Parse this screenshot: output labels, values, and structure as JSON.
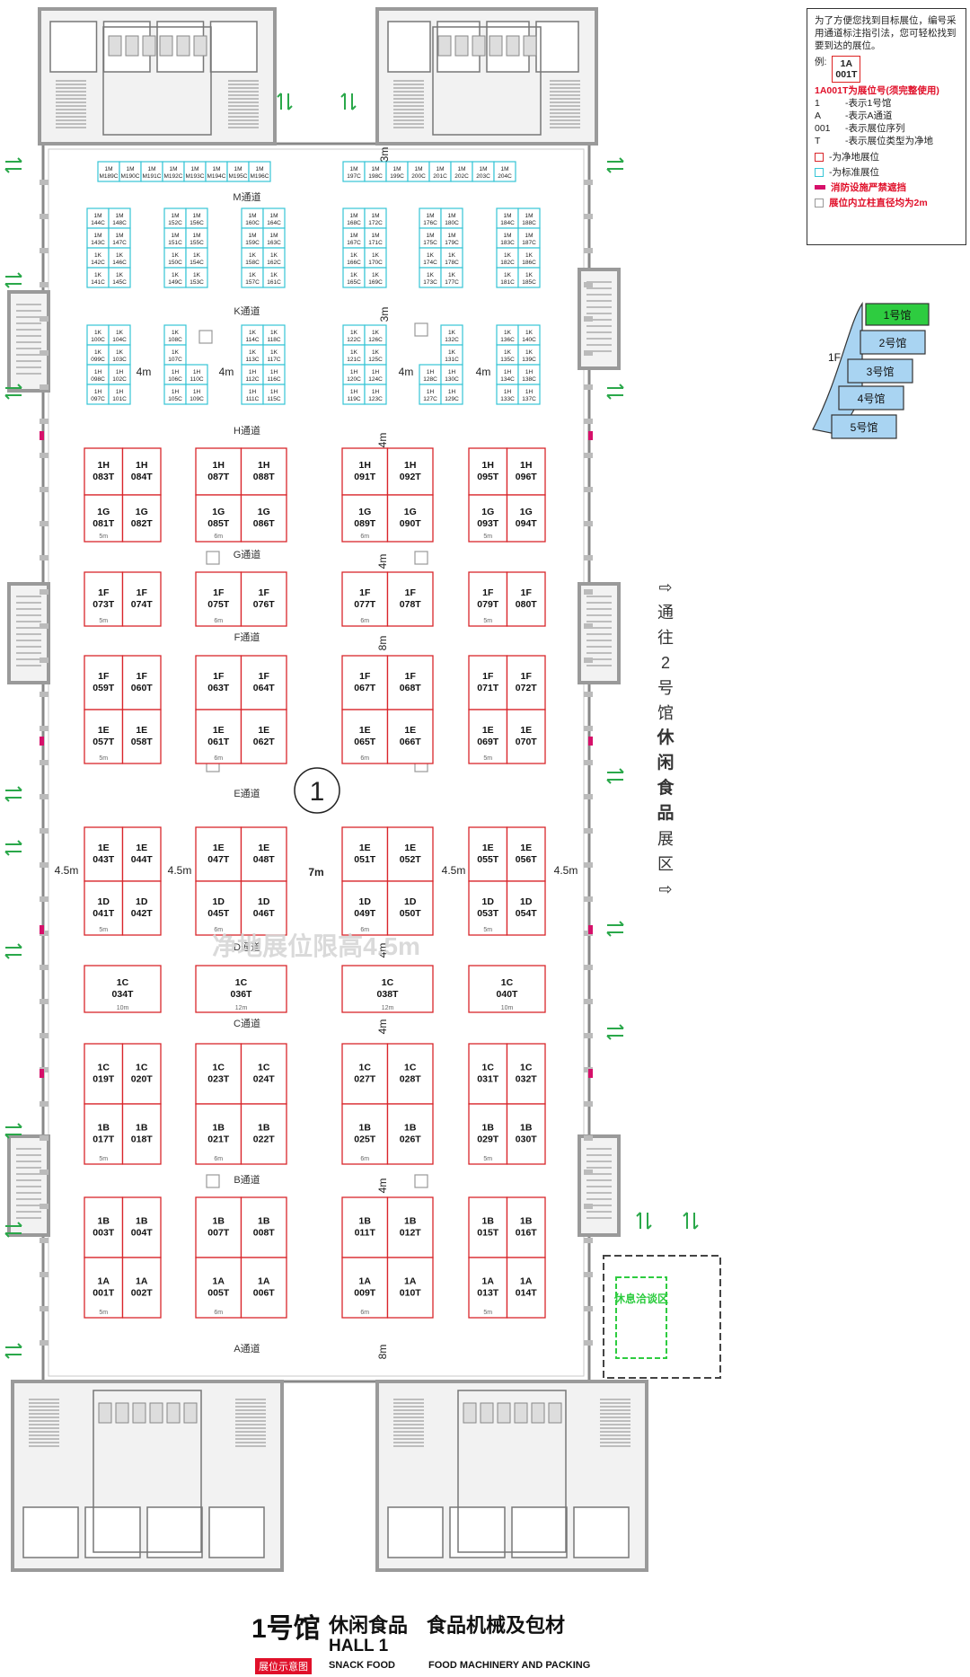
{
  "legend": {
    "intro": "为了方便您找到目标展位，编号采用通道标注指引法，您可轻松找到要到达的展位。",
    "example_prefix": "例:",
    "example_booth_top": "1A",
    "example_booth_bottom": "001T",
    "example_note": "1A001T为展位号(须完整使用)",
    "items": [
      {
        "k": "1",
        "v": "-表示1号馆"
      },
      {
        "k": "A",
        "v": "-表示A通道"
      },
      {
        "k": "001",
        "v": "-表示展位序列"
      },
      {
        "k": "T",
        "v": "-表示展位类型为净地"
      }
    ],
    "raw_space": "-为净地展位",
    "standard": "-为标准展位",
    "fire_note": "消防设施严禁遮挡",
    "column_note": "展位内立柱直径均为2m",
    "colors": {
      "raw": "#d9262b",
      "standard": "#36c5d6",
      "fire": "#d6106a"
    }
  },
  "mini_map": {
    "halls": [
      {
        "label": "1号馆",
        "highlight": true
      },
      {
        "label": "2号馆",
        "highlight": false
      },
      {
        "label": "3号馆",
        "highlight": false
      },
      {
        "label": "4号馆",
        "highlight": false
      },
      {
        "label": "5号馆",
        "highlight": false
      }
    ],
    "floor": "1F",
    "colors": {
      "active": "#2ecc40",
      "hall": "#a9d4f2"
    }
  },
  "side_text": {
    "chars": [
      "通",
      "往",
      "2",
      "号",
      "馆"
    ],
    "bold_chars": [
      "休",
      "闲",
      "食",
      "品"
    ],
    "tail_chars": [
      "展",
      "区"
    ]
  },
  "hall_circle": "1",
  "watermark": "净地展位限高4.5m",
  "lounge": "休息洽谈区",
  "aisles": [
    {
      "label": "M通道"
    },
    {
      "label": "K通道"
    },
    {
      "label": "H通道"
    },
    {
      "label": "G通道"
    },
    {
      "label": "F通道"
    },
    {
      "label": "E通道"
    },
    {
      "label": "D通道"
    },
    {
      "label": "C通道"
    },
    {
      "label": "B通道"
    },
    {
      "label": "A通道"
    }
  ],
  "spacing_labels": [
    "3m",
    "3m",
    "4m",
    "4m",
    "4m",
    "4m",
    "4m",
    "4m",
    "8m",
    "7m",
    "4.5m",
    "4.5m",
    "4.5m",
    "4.5m",
    "4m",
    "4m",
    "4m",
    "8m"
  ],
  "footer": {
    "hall_num": "1号馆",
    "category": "休闲食品",
    "category2": "食品机械及包材",
    "hall_en": "HALL 1",
    "subtitle": "展位示意图",
    "en1": "SNACK FOOD",
    "en2": "FOOD MACHINERY AND PACKING"
  },
  "standard_booths": {
    "m_row_left": [
      [
        "1M",
        "M189C"
      ],
      [
        "1M",
        "M190C"
      ],
      [
        "1M",
        "M191C"
      ],
      [
        "1M",
        "M192C"
      ],
      [
        "1M",
        "M193C"
      ],
      [
        "1M",
        "M194C"
      ],
      [
        "1M",
        "M195C"
      ],
      [
        "1M",
        "M196C"
      ]
    ],
    "m_row_right": [
      [
        "1M",
        "197C"
      ],
      [
        "1M",
        "198C"
      ],
      [
        "1M",
        "199C"
      ],
      [
        "1M",
        "200C"
      ],
      [
        "1M",
        "201C"
      ],
      [
        "1M",
        "202C"
      ],
      [
        "1M",
        "203C"
      ],
      [
        "1M",
        "204C"
      ]
    ],
    "k_blocks": [
      [
        [
          "1M",
          "144C"
        ],
        [
          "1M",
          "148C"
        ],
        [
          "1M",
          "143C"
        ],
        [
          "1M",
          "147C"
        ],
        [
          "1K",
          "142C"
        ],
        [
          "1K",
          "146C"
        ],
        [
          "1K",
          "141C"
        ],
        [
          "1K",
          "145C"
        ]
      ],
      [
        [
          "1M",
          "152C"
        ],
        [
          "1M",
          "156C"
        ],
        [
          "1M",
          "151C"
        ],
        [
          "1M",
          "155C"
        ],
        [
          "1K",
          "150C"
        ],
        [
          "1K",
          "154C"
        ],
        [
          "1K",
          "149C"
        ],
        [
          "1K",
          "153C"
        ]
      ],
      [
        [
          "1M",
          "160C"
        ],
        [
          "1M",
          "164C"
        ],
        [
          "1M",
          "159C"
        ],
        [
          "1M",
          "163C"
        ],
        [
          "1K",
          "158C"
        ],
        [
          "1K",
          "162C"
        ],
        [
          "1K",
          "157C"
        ],
        [
          "1K",
          "161C"
        ]
      ],
      [
        [
          "1M",
          "168C"
        ],
        [
          "1M",
          "172C"
        ],
        [
          "1M",
          "167C"
        ],
        [
          "1M",
          "171C"
        ],
        [
          "1K",
          "166C"
        ],
        [
          "1K",
          "170C"
        ],
        [
          "1K",
          "165C"
        ],
        [
          "1K",
          "169C"
        ]
      ],
      [
        [
          "1M",
          "176C"
        ],
        [
          "1M",
          "180C"
        ],
        [
          "1M",
          "175C"
        ],
        [
          "1M",
          "179C"
        ],
        [
          "1K",
          "174C"
        ],
        [
          "1K",
          "178C"
        ],
        [
          "1K",
          "173C"
        ],
        [
          "1K",
          "177C"
        ]
      ],
      [
        [
          "1M",
          "184C"
        ],
        [
          "1M",
          "188C"
        ],
        [
          "1M",
          "183C"
        ],
        [
          "1M",
          "187C"
        ],
        [
          "1K",
          "182C"
        ],
        [
          "1K",
          "186C"
        ],
        [
          "1K",
          "181C"
        ],
        [
          "1K",
          "185C"
        ]
      ]
    ],
    "h_blocks": [
      {
        "cells": [
          [
            "1K",
            "100C"
          ],
          [
            "1K",
            "104C"
          ],
          [
            "1K",
            "099C"
          ],
          [
            "1K",
            "103C"
          ],
          [
            "1H",
            "098C"
          ],
          [
            "1H",
            "102C"
          ],
          [
            "1H",
            "097C"
          ],
          [
            "1H",
            "101C"
          ]
        ],
        "cols": 2
      },
      {
        "cells": [
          [
            "1K",
            "108C"
          ],
          null,
          [
            "1K",
            "107C"
          ],
          null,
          [
            "1H",
            "106C"
          ],
          [
            "1H",
            "110C"
          ],
          [
            "1H",
            "105C"
          ],
          [
            "1H",
            "109C"
          ]
        ],
        "cols": 2
      },
      {
        "cells": [
          [
            "1K",
            "114C"
          ],
          [
            "1K",
            "118C"
          ],
          [
            "1K",
            "113C"
          ],
          [
            "1K",
            "117C"
          ],
          [
            "1H",
            "112C"
          ],
          [
            "1H",
            "116C"
          ],
          [
            "1H",
            "111C"
          ],
          [
            "1H",
            "115C"
          ]
        ],
        "cols": 2
      },
      {
        "cells": [
          [
            "1K",
            "122C"
          ],
          [
            "1K",
            "126C"
          ],
          [
            "1K",
            "121C"
          ],
          [
            "1K",
            "125C"
          ],
          [
            "1H",
            "120C"
          ],
          [
            "1H",
            "124C"
          ],
          [
            "1H",
            "119C"
          ],
          [
            "1H",
            "123C"
          ]
        ],
        "cols": 2
      },
      {
        "cells": [
          null,
          [
            "1K",
            "132C"
          ],
          null,
          [
            "1K",
            "131C"
          ],
          [
            "1H",
            "128C"
          ],
          [
            "1H",
            "130C"
          ],
          [
            "1H",
            "127C"
          ],
          [
            "1H",
            "129C"
          ]
        ],
        "cols": 2
      },
      {
        "cells": [
          [
            "1K",
            "136C"
          ],
          [
            "1K",
            "140C"
          ],
          [
            "1K",
            "135C"
          ],
          [
            "1K",
            "139C"
          ],
          [
            "1H",
            "134C"
          ],
          [
            "1H",
            "138C"
          ],
          [
            "1H",
            "133C"
          ],
          [
            "1H",
            "137C"
          ]
        ],
        "cols": 2
      }
    ]
  },
  "raw_booths": {
    "hg": [
      [
        [
          "1H",
          "083T"
        ],
        [
          "1H",
          "084T"
        ],
        [
          "1G",
          "081T"
        ],
        [
          "1G",
          "082T"
        ]
      ],
      [
        [
          "1H",
          "087T"
        ],
        [
          "1H",
          "088T"
        ],
        [
          "1G",
          "085T"
        ],
        [
          "1G",
          "086T"
        ]
      ],
      [
        [
          "1H",
          "091T"
        ],
        [
          "1H",
          "092T"
        ],
        [
          "1G",
          "089T"
        ],
        [
          "1G",
          "090T"
        ]
      ],
      [
        [
          "1H",
          "095T"
        ],
        [
          "1H",
          "096T"
        ],
        [
          "1G",
          "093T"
        ],
        [
          "1G",
          "094T"
        ]
      ]
    ],
    "f_single": [
      [
        [
          "1F",
          "073T"
        ],
        [
          "1F",
          "074T"
        ]
      ],
      [
        [
          "1F",
          "075T"
        ],
        [
          "1F",
          "076T"
        ]
      ],
      [
        [
          "1F",
          "077T"
        ],
        [
          "1F",
          "078T"
        ]
      ],
      [
        [
          "1F",
          "079T"
        ],
        [
          "1F",
          "080T"
        ]
      ]
    ],
    "fe": [
      [
        [
          "1F",
          "059T"
        ],
        [
          "1F",
          "060T"
        ],
        [
          "1E",
          "057T"
        ],
        [
          "1E",
          "058T"
        ]
      ],
      [
        [
          "1F",
          "063T"
        ],
        [
          "1F",
          "064T"
        ],
        [
          "1E",
          "061T"
        ],
        [
          "1E",
          "062T"
        ]
      ],
      [
        [
          "1F",
          "067T"
        ],
        [
          "1F",
          "068T"
        ],
        [
          "1E",
          "065T"
        ],
        [
          "1E",
          "066T"
        ]
      ],
      [
        [
          "1F",
          "071T"
        ],
        [
          "1F",
          "072T"
        ],
        [
          "1E",
          "069T"
        ],
        [
          "1E",
          "070T"
        ]
      ]
    ],
    "ed": [
      [
        [
          "1E",
          "043T"
        ],
        [
          "1E",
          "044T"
        ],
        [
          "1D",
          "041T"
        ],
        [
          "1D",
          "042T"
        ]
      ],
      [
        [
          "1E",
          "047T"
        ],
        [
          "1E",
          "048T"
        ],
        [
          "1D",
          "045T"
        ],
        [
          "1D",
          "046T"
        ]
      ],
      [
        [
          "1E",
          "051T"
        ],
        [
          "1E",
          "052T"
        ],
        [
          "1D",
          "049T"
        ],
        [
          "1D",
          "050T"
        ]
      ],
      [
        [
          "1E",
          "055T"
        ],
        [
          "1E",
          "056T"
        ],
        [
          "1D",
          "053T"
        ],
        [
          "1D",
          "054T"
        ]
      ]
    ],
    "c_single": [
      [
        "1C",
        "034T"
      ],
      [
        "1C",
        "036T"
      ],
      [
        "1C",
        "038T"
      ],
      [
        "1C",
        "040T"
      ]
    ],
    "cb": [
      [
        [
          "1C",
          "019T"
        ],
        [
          "1C",
          "020T"
        ],
        [
          "1B",
          "017T"
        ],
        [
          "1B",
          "018T"
        ]
      ],
      [
        [
          "1C",
          "023T"
        ],
        [
          "1C",
          "024T"
        ],
        [
          "1B",
          "021T"
        ],
        [
          "1B",
          "022T"
        ]
      ],
      [
        [
          "1C",
          "027T"
        ],
        [
          "1C",
          "028T"
        ],
        [
          "1B",
          "025T"
        ],
        [
          "1B",
          "026T"
        ]
      ],
      [
        [
          "1C",
          "031T"
        ],
        [
          "1C",
          "032T"
        ],
        [
          "1B",
          "029T"
        ],
        [
          "1B",
          "030T"
        ]
      ]
    ],
    "ba": [
      [
        [
          "1B",
          "003T"
        ],
        [
          "1B",
          "004T"
        ],
        [
          "1A",
          "001T"
        ],
        [
          "1A",
          "002T"
        ]
      ],
      [
        [
          "1B",
          "007T"
        ],
        [
          "1B",
          "008T"
        ],
        [
          "1A",
          "005T"
        ],
        [
          "1A",
          "006T"
        ]
      ],
      [
        [
          "1B",
          "011T"
        ],
        [
          "1B",
          "012T"
        ],
        [
          "1A",
          "009T"
        ],
        [
          "1A",
          "010T"
        ]
      ],
      [
        [
          "1B",
          "015T"
        ],
        [
          "1B",
          "016T"
        ],
        [
          "1A",
          "013T"
        ],
        [
          "1A",
          "014T"
        ]
      ]
    ],
    "dims": {
      "col_a": "5m",
      "col_b": "6m",
      "col_c": "6m",
      "col_d": "5m",
      "side_a": "7m",
      "side_b": "8m",
      "c_widths": [
        "10m",
        "12m",
        "12m",
        "10m"
      ],
      "side": "6m"
    }
  }
}
